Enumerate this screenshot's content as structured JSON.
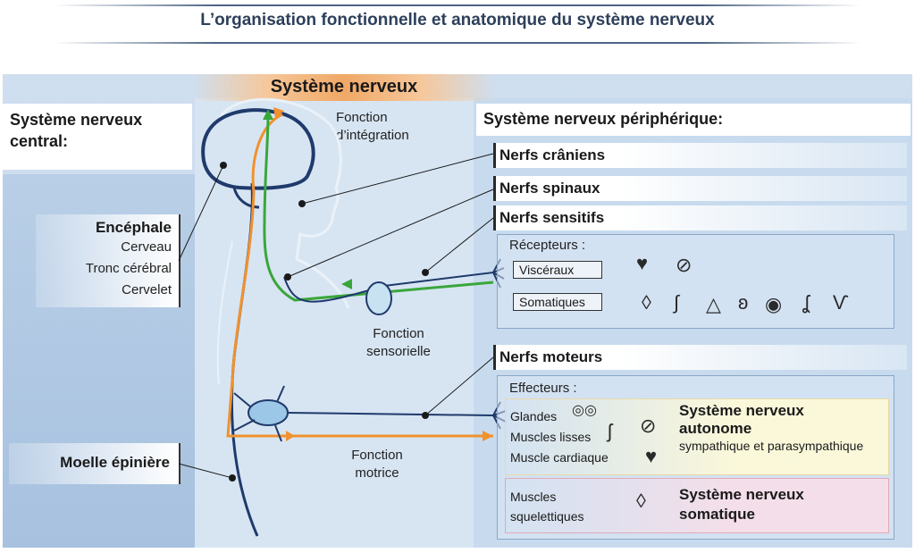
{
  "title": "L’organisation fonctionnelle et anatomique du système nerveux",
  "systeme_nerveux": "Système nerveux",
  "snc": {
    "label": "Système nerveux central:",
    "encephale": {
      "title": "Encéphale",
      "items": [
        "Cerveau",
        "Tronc cérébral",
        "Cervelet"
      ]
    },
    "moelle": "Moelle épinière"
  },
  "fonctions": {
    "integration": "Fonction d’intégration",
    "sensorielle": "Fonction sensorielle",
    "motrice": "Fonction motrice"
  },
  "snp": {
    "label": "Système nerveux périphérique:",
    "nerfs": [
      "Nerfs crâniens",
      "Nerfs spinaux",
      "Nerfs sensitifs",
      "Nerfs moteurs"
    ],
    "recepteurs": {
      "title": "Récepteurs :",
      "types": [
        "Viscéraux",
        "Somatiques"
      ]
    },
    "effecteurs": {
      "title": "Effecteurs :",
      "items": [
        "Glandes",
        "Muscles lisses",
        "Muscle cardiaque"
      ]
    },
    "autonome": {
      "title": "Système nerveux autonome",
      "subtitle": "sympathique et parasympathique"
    },
    "squelettiques": "Muscles squelettiques",
    "somatique": "Système nerveux somatique"
  },
  "colors": {
    "sensory": "#3aa63a",
    "motor": "#f0922e",
    "nerve": "#1f3a6b"
  },
  "icons": [
    "heart-icon",
    "vessel-icon",
    "muscle-icon",
    "joint-icon",
    "skin-icon",
    "ear-icon",
    "eye-icon",
    "nose-icon",
    "tongue-icon",
    "gland-icon",
    "stomach-icon"
  ]
}
